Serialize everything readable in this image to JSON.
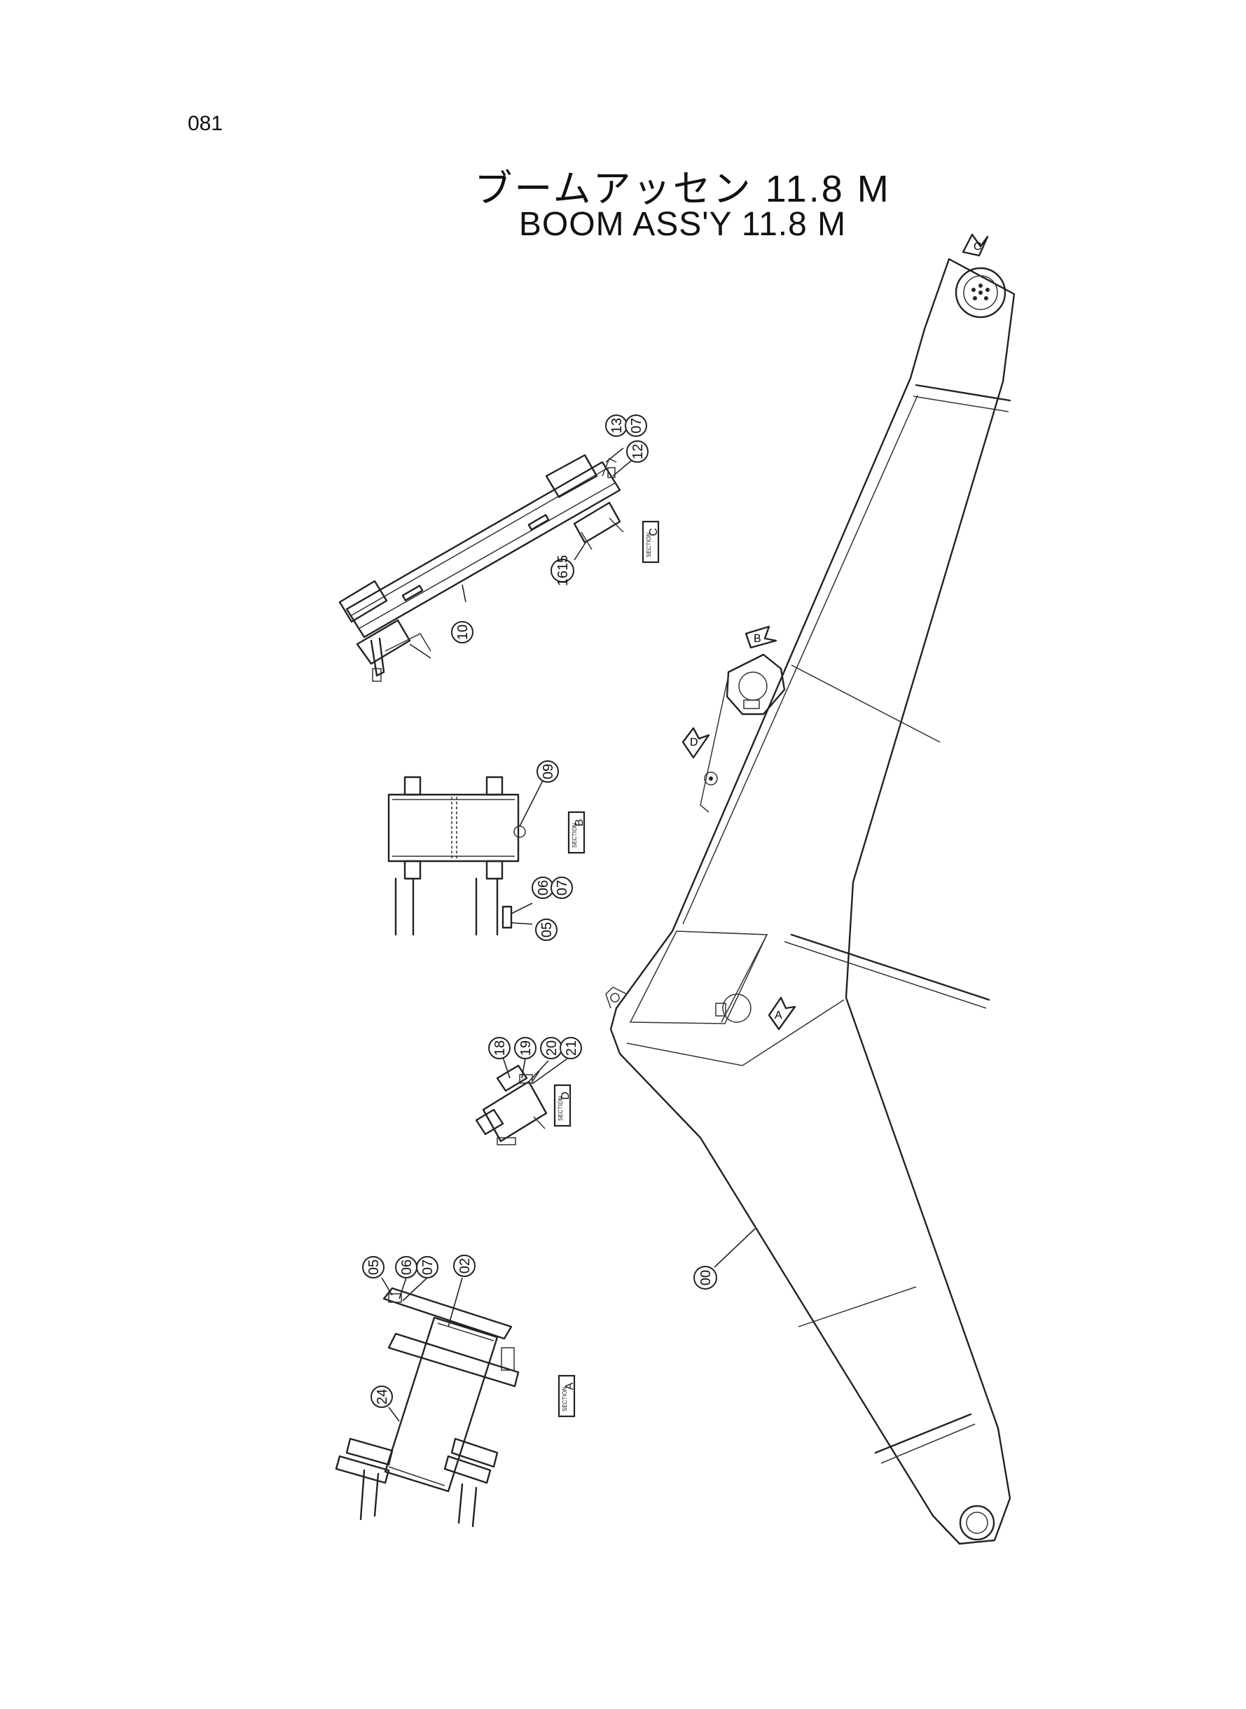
{
  "page": {
    "number": "081"
  },
  "title": {
    "japanese": "ブームアッセン 11.8 M",
    "english": "BOOM  ASS'Y  11.8 M"
  },
  "section_label": "SECTION",
  "views": [
    {
      "letter": "A",
      "items": [
        "05",
        "06",
        "07",
        "02",
        "24"
      ]
    },
    {
      "letter": "B",
      "items": [
        "09",
        "06",
        "07",
        "05"
      ]
    },
    {
      "letter": "C",
      "items": [
        "13",
        "07",
        "12",
        "1615",
        "10"
      ]
    },
    {
      "letter": "D",
      "items": [
        "18",
        "19",
        "20",
        "21"
      ]
    }
  ],
  "main_part": "00",
  "view_markers": [
    "A",
    "B",
    "C",
    "D"
  ]
}
